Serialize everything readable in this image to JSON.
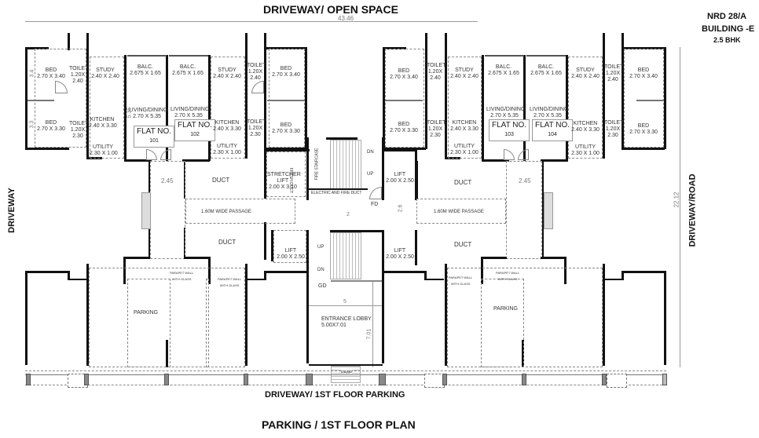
{
  "header": {
    "top_road": "DRIVEWAY/ OPEN SPACE",
    "overall_width": "43.46",
    "project": "NRD 28/A",
    "building": "BUILDING -E",
    "type": "2.5 BHK"
  },
  "sides": {
    "left": "DRIVEWAY",
    "right": "DRIVEWAY/ROAD",
    "overall_depth": "22.12",
    "bottom": "DRIVEWAY/ 1ST FLOOR PARKING"
  },
  "title": "PARKING / 1ST FLOOR PLAN",
  "flats": [
    {
      "label": "FLAT NO.",
      "number": "101"
    },
    {
      "label": "FLAT NO.",
      "number": "102"
    },
    {
      "label": "FLAT NO.",
      "number": "103"
    },
    {
      "label": "FLAT NO.",
      "number": "104"
    }
  ],
  "rooms": {
    "bed1": {
      "name": "BED",
      "size": "2.70 X 3.40"
    },
    "bed2": {
      "name": "BED",
      "size": "2.70 X 3.30"
    },
    "toilet1": {
      "name": "TOILET",
      "size1": "1.20X",
      "size2": "2.40"
    },
    "toilet2": {
      "name": "TOILET",
      "size1": "1.20X",
      "size2": "2.30"
    },
    "study": {
      "name": "STUDY",
      "size": "2.40 X 2.40"
    },
    "kitchen": {
      "name": "KITCHEN",
      "size": "2.40 X 3.30"
    },
    "utility": {
      "name": "UTILITY",
      "size": "2.30 X 1.00"
    },
    "balc": {
      "name": "BALC.",
      "size": "2.675 X 1.65"
    },
    "living": {
      "name": "LIVING/DINING",
      "size": "2.70 X 5.35"
    }
  },
  "core": {
    "duct": "DUCT",
    "passage": "1.60M WIDE PASSAGE",
    "stretcher_lift": {
      "name": "STRETCHER",
      "name2": "LIFT",
      "size": "2.00 X 3.10"
    },
    "lift": {
      "name": "LIFT",
      "size": "2.00 X 2.50"
    },
    "fire_staircase": "FIRE STAIRCASE",
    "electric_duct": "ELECTRIC AND FIRE DUCT",
    "fresh_duct": "FRESH DUCT",
    "fd": "FD",
    "gd": "GD",
    "dn": "DN",
    "up": "UP",
    "entrance": {
      "name": "ENTRANCE LOBBY",
      "size": "5.00X7.01"
    },
    "ramp": "RAMP",
    "parking": "PARKING",
    "parapet1": "PARAPET WALL",
    "parapet2": "WITH GLASS"
  },
  "dims": {
    "corridor": "2.45",
    "passage_h": "2",
    "lift_gap": "2.6",
    "lobby_w": "5",
    "lobby_d": "7.01",
    "bed_d1": "3.4",
    "bed_d2": "3.3",
    "kit_d": "3.3",
    "liv_d": "5.35",
    "util": "1"
  }
}
